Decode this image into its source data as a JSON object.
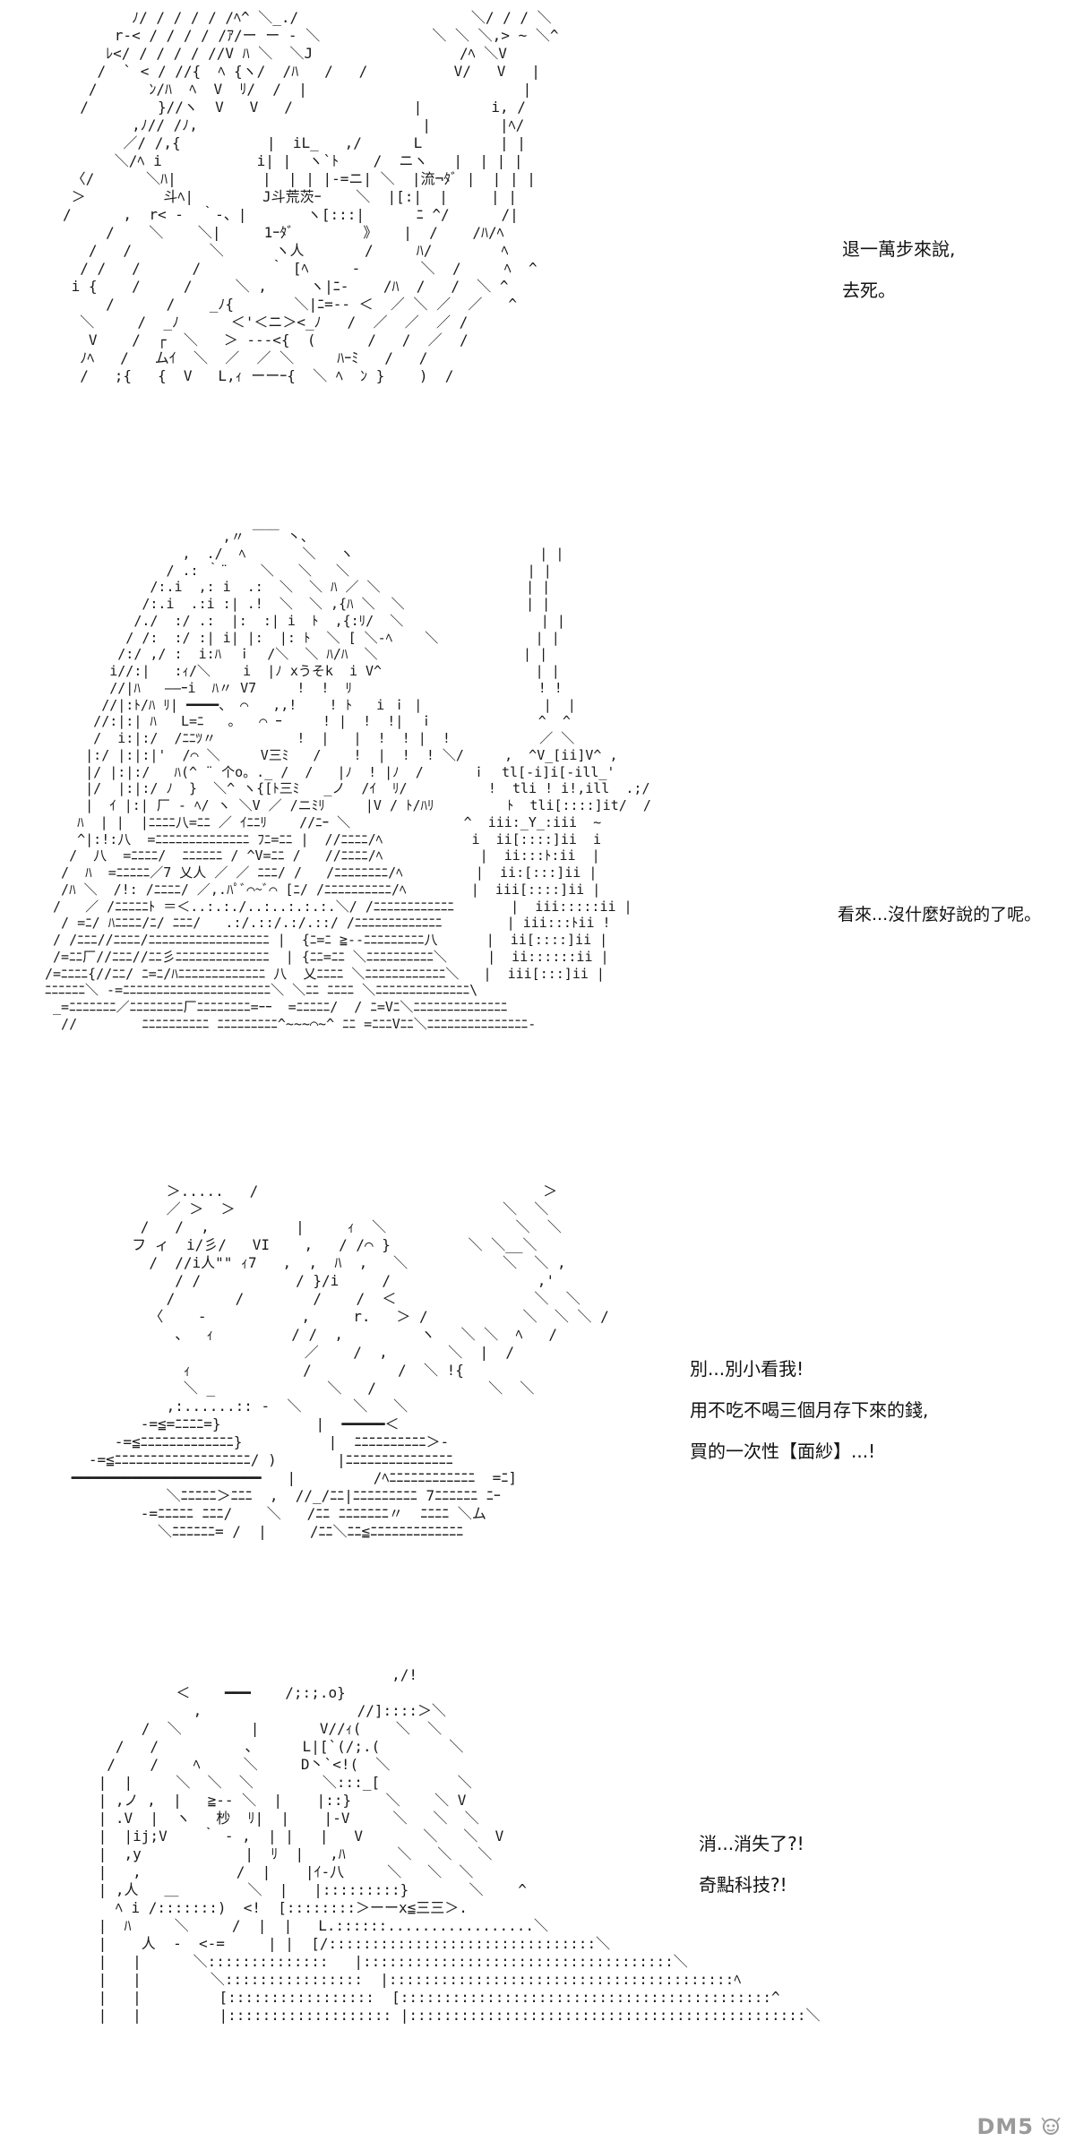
{
  "panels": [
    {
      "dialogue": [
        "退一萬步來說,",
        "去死。"
      ]
    },
    {
      "dialogue": [
        "看來...沒什麼好說的了呢。"
      ]
    },
    {
      "dialogue": [
        "別...別小看我!",
        "用不吃不喝三個月存下來的錢,",
        "買的一次性【面紗】...!"
      ]
    },
    {
      "dialogue": [
        "消...消失了?!",
        "奇點科技?!"
      ]
    }
  ],
  "watermark": {
    "text": "DM5",
    "color": "#9a9a9a"
  },
  "icons": {
    "watermark_mascot": "cartoon-mascot-icon"
  }
}
